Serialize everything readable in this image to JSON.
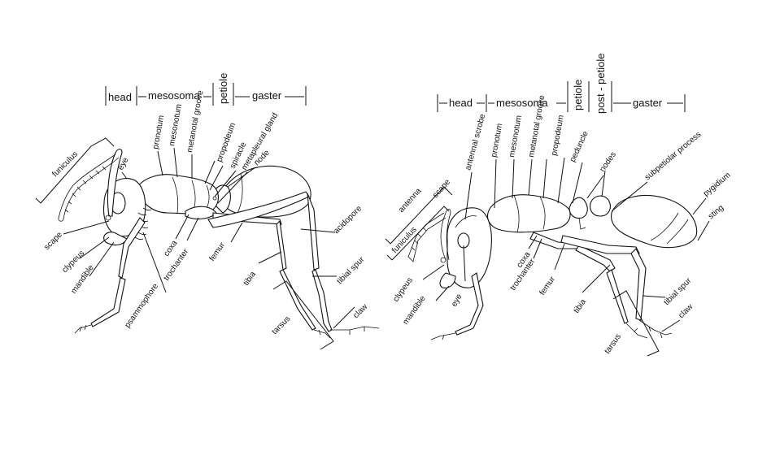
{
  "left_ant": {
    "sections": {
      "head": "head",
      "mesosoma": "mesosoma",
      "petiole": "petiole",
      "gaster": "gaster"
    },
    "labels": {
      "funiculus": "funiculus",
      "eye": "eye",
      "pronotum": "pronotum",
      "mesonotum": "mesonotum",
      "metanotal_groove": "metanotal groove",
      "propodeum": "propodeum",
      "spiracle": "spiracle",
      "metapleural_gland": "metapleural gland",
      "node": "node",
      "scape": "scape",
      "clypeus": "clypeus",
      "mandible": "mandible",
      "coxa": "coxa",
      "trochanter": "trochanter",
      "femur": "femur",
      "acidopore": "acidopore",
      "tibia": "tibia",
      "tibial_spur": "tibial spur",
      "psammophore": "psammophore",
      "tarsus": "tarsus",
      "claw": "claw"
    }
  },
  "right_ant": {
    "sections": {
      "head": "head",
      "mesosoma": "mesosoma",
      "petiole": "petiole",
      "postpetiole": "post - petiole",
      "gaster": "gaster"
    },
    "labels": {
      "antennal_scrobe": "antennal scrobe",
      "pronotum": "pronotum",
      "mesonotum": "mesonotum",
      "metanotal_groove": "metanotal groove",
      "propodeum": "propodeum",
      "peduncle": "peduncle",
      "nodes": "nodes",
      "subpetiolar_process": "subpetiolar process",
      "pygidium": "pygidium",
      "sting": "sting",
      "antenna": "antenna",
      "scape": "scape",
      "funiculus": "funiculus",
      "clypeus": "clypeus",
      "mandible": "mandible",
      "eye": "eye",
      "coxa": "coxa",
      "trochanter": "trochanter",
      "femur": "femur",
      "tibia": "tibia",
      "tibial_spur": "tibial spur",
      "claw": "claw",
      "tarsus": "tarsus"
    }
  }
}
